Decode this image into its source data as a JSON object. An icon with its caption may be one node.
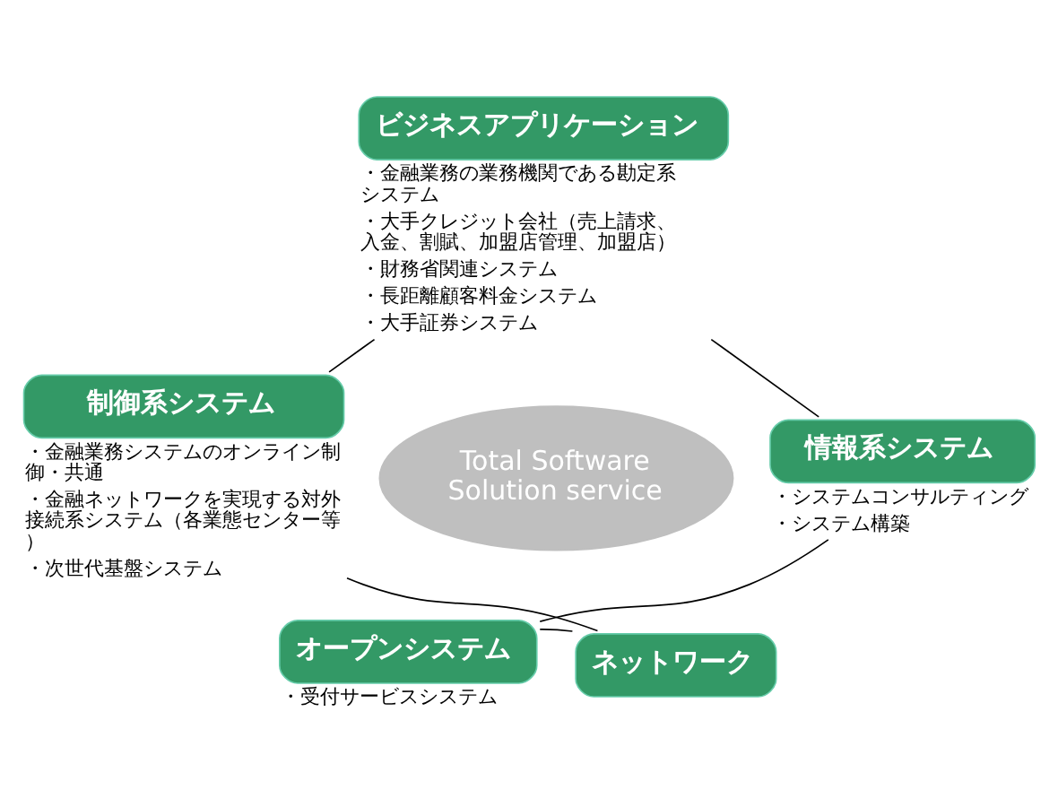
{
  "diagram": {
    "nodes": [
      {
        "text": [
          "ビジネスアプリケーション"
        ],
        "beside": [
          "・金融業務の業務機関である勘定系システム",
          "・大手クレジット会社（売上請求、入金、割賦、加盟店管理、加盟店）",
          "・財務省関連システム",
          "・長距離顧客料金システム",
          "・大手証券システム"
        ]
      },
      {
        "text": [
          "制御系システム"
        ],
        "beside": [
          "・金融業務システムのオンライン制御・共通",
          "・金融ネットワークを実現する対外接続系システム（各業態センター等）",
          "・次世代基盤システム"
        ]
      },
      {
        "text": [
          "Total Software Solution service"
        ]
      },
      {
        "text": [
          "情報系システム"
        ],
        "beside": [
          "・システムコンサルティング",
          "・システム構築"
        ]
      },
      {
        "text": [
          "ネットワーク"
        ]
      },
      {
        "text": [
          "オープンシステム"
        ],
        "beside": [
          "・受付サービスシステム"
        ]
      }
    ],
    "edges": [
      {
        "from": 0,
        "to": 3,
        "arrow": "none"
      },
      {
        "from": 3,
        "to": 5,
        "arrow": "none"
      },
      {
        "from": 5,
        "to": 4,
        "arrow": "none"
      },
      {
        "from": 4,
        "to": 1,
        "arrow": "none"
      },
      {
        "from": 1,
        "to": 0,
        "arrow": "none"
      }
    ]
  }
}
